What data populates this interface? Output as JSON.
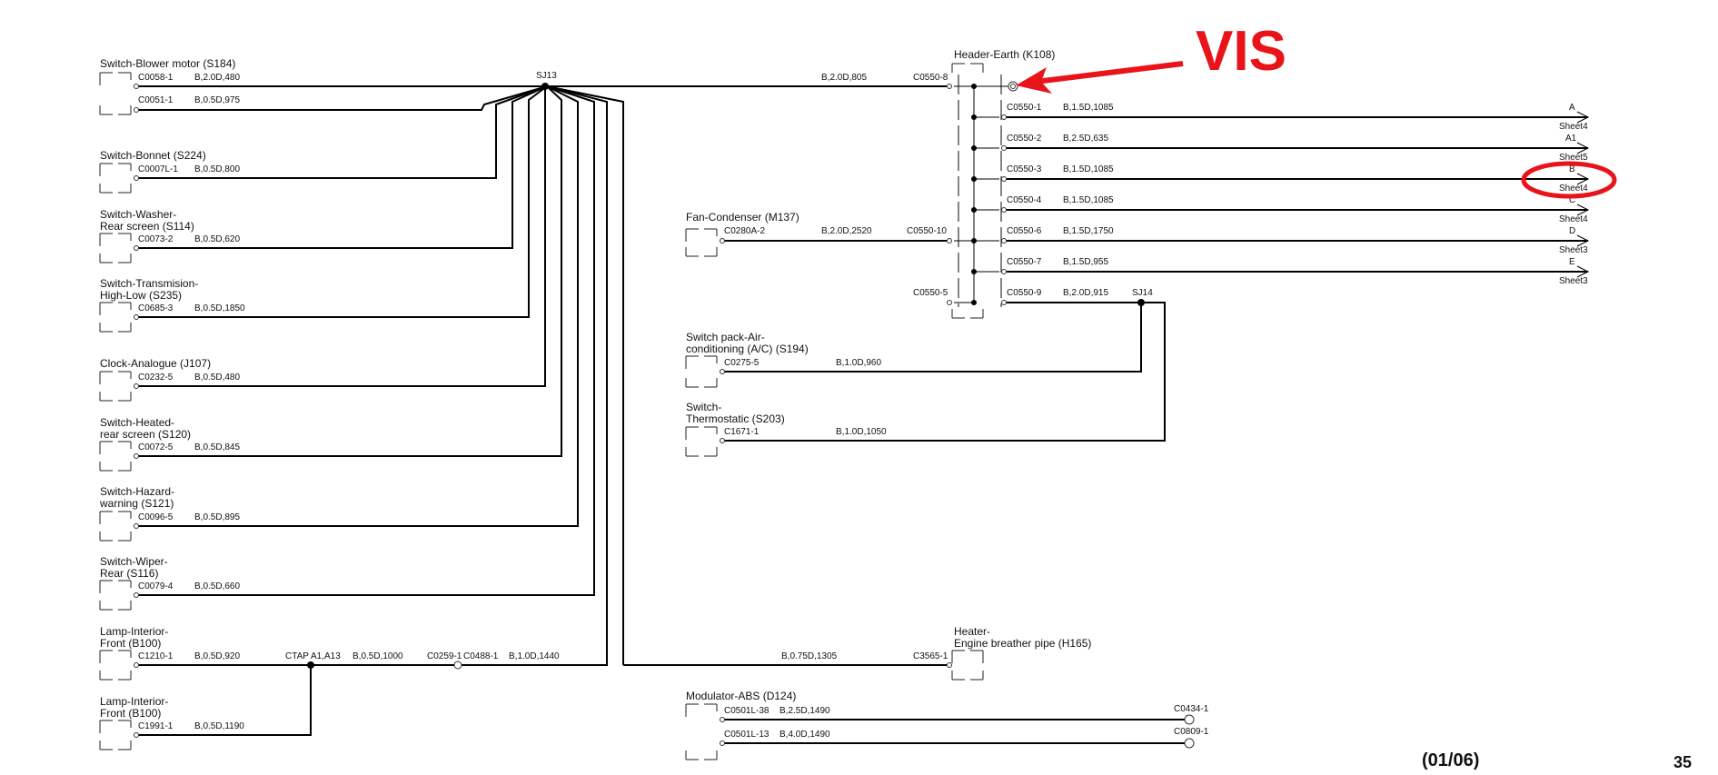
{
  "colors": {
    "wire": "#000000",
    "annotation": "#e8141a",
    "text": "#111111"
  },
  "annotation": {
    "label": "VIS"
  },
  "page": {
    "date": "(01/06)",
    "number": "35"
  },
  "splices": {
    "sj13": "SJ13",
    "sj14": "SJ14"
  },
  "components": {
    "blower": {
      "name": "Switch-Blower motor (S184)",
      "conn1": "C0058-1",
      "wire1": "B,2.0D,480",
      "conn2": "C0051-1",
      "wire2": "B,0.5D,975"
    },
    "bonnet": {
      "name": "Switch-Bonnet (S224)",
      "conn": "C0007L-1",
      "wire": "B,0.5D,800"
    },
    "washer": {
      "name_l1": "Switch-Washer-",
      "name_l2": "Rear screen (S114)",
      "conn": "C0073-2",
      "wire": "B,0.5D,620"
    },
    "transmission": {
      "name_l1": "Switch-Transmision-",
      "name_l2": "High-Low (S235)",
      "conn": "C0685-3",
      "wire": "B,0.5D,1850"
    },
    "clock": {
      "name": "Clock-Analogue (J107)",
      "conn": "C0232-5",
      "wire": "B,0.5D,480"
    },
    "heated": {
      "name_l1": "Switch-Heated-",
      "name_l2": "rear screen (S120)",
      "conn": "C0072-5",
      "wire": "B,0.5D,845"
    },
    "hazard": {
      "name_l1": "Switch-Hazard-",
      "name_l2": "warning (S121)",
      "conn": "C0096-5",
      "wire": "B,0.5D,895"
    },
    "wiper": {
      "name_l1": "Switch-Wiper-",
      "name_l2": "Rear (S116)",
      "conn": "C0079-4",
      "wire": "B,0.5D,660"
    },
    "lamp1": {
      "name_l1": "Lamp-Interior-",
      "name_l2": "Front (B100)",
      "conn": "C1210-1",
      "wire": "B,0.5D,920",
      "ctap": "CTAP A1,A13",
      "wire2": "B,0.5D,1000",
      "conn2": "C0259-1",
      "conn3": "C0488-1",
      "wire3": "B,1.0D,1440"
    },
    "lamp2": {
      "name_l1": "Lamp-Interior-",
      "name_l2": "Front (B100)",
      "conn": "C1991-1",
      "wire": "B,0.5D,1190"
    },
    "header": {
      "name": "Header-Earth (K108)",
      "conn_in": "C0550-8",
      "wire_in": "B,2.0D,805",
      "conn10": "C0550-10",
      "conn5": "C0550-5"
    },
    "fan": {
      "name": "Fan-Condenser (M137)",
      "conn": "C0280A-2",
      "wire": "B,2.0D,2520"
    },
    "acpack": {
      "name_l1": "Switch pack-Air-",
      "name_l2": "conditioning (A/C) (S194)",
      "conn": "C0275-5",
      "wire": "B,1.0D,960"
    },
    "thermo": {
      "name_l1": "Switch-",
      "name_l2": "Thermostatic (S203)",
      "conn": "C1671-1",
      "wire": "B,1.0D,1050"
    },
    "heater": {
      "name_l1": "Heater-",
      "name_l2": "Engine breather pipe (H165)",
      "conn": "C3565-1",
      "wire": "B,0.75D,1305"
    },
    "abs": {
      "name": "Modulator-ABS (D124)",
      "conn1": "C0501L-38",
      "wire1": "B,2.5D,1490",
      "conn2": "C0501L-13",
      "wire2": "B,4.0D,1490",
      "end1": "C0434-1",
      "end2": "C0809-1"
    }
  },
  "outputs": [
    {
      "conn": "C0550-1",
      "wire": "B,1.5D,1085",
      "dest": "A",
      "sheet": "Sheet4"
    },
    {
      "conn": "C0550-2",
      "wire": "B,2.5D,635",
      "dest": "A1",
      "sheet": "Sheet5"
    },
    {
      "conn": "C0550-3",
      "wire": "B,1.5D,1085",
      "dest": "B",
      "sheet": "Sheet4"
    },
    {
      "conn": "C0550-4",
      "wire": "B,1.5D,1085",
      "dest": "C",
      "sheet": "Sheet4"
    },
    {
      "conn": "C0550-6",
      "wire": "B,1.5D,1750",
      "dest": "D",
      "sheet": "Sheet3"
    },
    {
      "conn": "C0550-7",
      "wire": "B,1.5D,955",
      "dest": "E",
      "sheet": "Sheet3"
    },
    {
      "conn": "C0550-9",
      "wire": "B,2.0D,915",
      "dest": "",
      "sheet": ""
    }
  ]
}
